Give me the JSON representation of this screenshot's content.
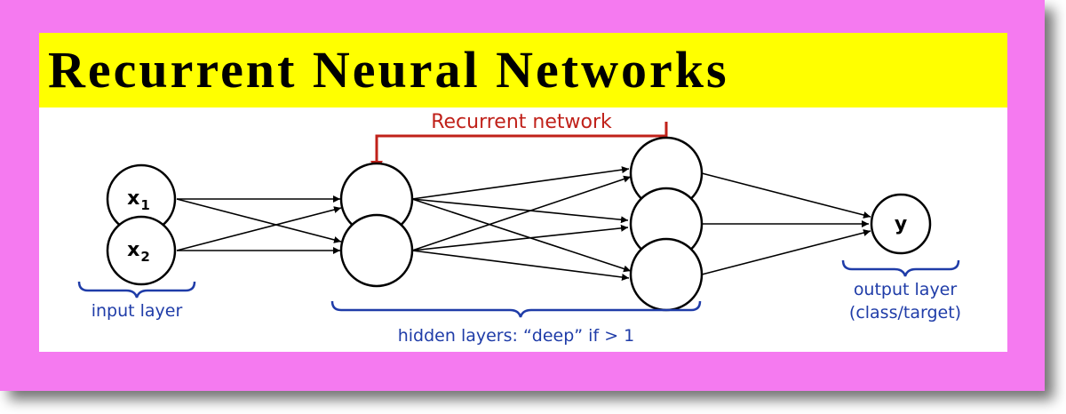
{
  "title": "Recurrent Neural Networks",
  "colors": {
    "frame": "#f57af0",
    "title_bar": "#ffff00",
    "recurrent_arrow": "#c0211a",
    "brace_and_labels": "#1f3ca8",
    "edges": "#000000"
  },
  "diagram": {
    "recurrent_label": "Recurrent network",
    "input_nodes": [
      {
        "id": "x1",
        "var": "x",
        "sub": "1"
      },
      {
        "id": "x2",
        "var": "x",
        "sub": "2"
      }
    ],
    "output_node": {
      "id": "y",
      "label": "y"
    },
    "labels": {
      "input_layer": "input layer",
      "hidden_layers": "hidden layers: “deep” if > 1",
      "output_layer_line1": "output layer",
      "output_layer_line2": "(class/target)"
    }
  }
}
